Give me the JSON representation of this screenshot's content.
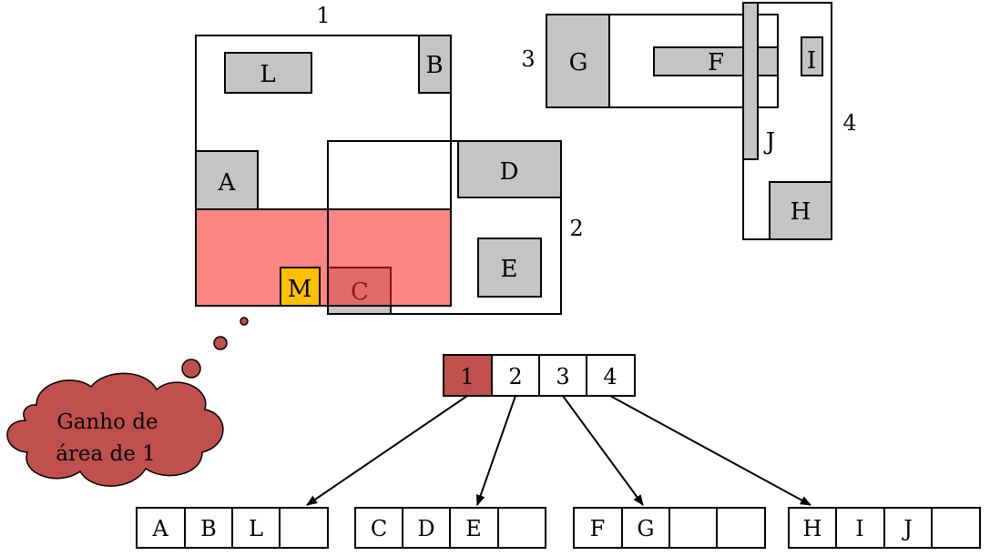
{
  "colors": {
    "entry_fill": "#c4c4c4",
    "highlight_fill": "#ff8080",
    "new_entry_fill": "#ffc000",
    "selected_node_fill": "#c0504d",
    "cloud_fill": "#c0504d"
  },
  "regions": {
    "r1": "1",
    "r2": "2",
    "r3": "3",
    "r4": "4"
  },
  "entries": {
    "L": "L",
    "B": "B",
    "A": "A",
    "D": "D",
    "E": "E",
    "C": "C",
    "M": "M",
    "G": "G",
    "F": "F",
    "I": "I",
    "J": "J",
    "H": "H"
  },
  "root_node": [
    "1",
    "2",
    "3",
    "4"
  ],
  "leaf_nodes": [
    [
      "A",
      "B",
      "L",
      ""
    ],
    [
      "C",
      "D",
      "E",
      ""
    ],
    [
      "F",
      "G",
      "",
      ""
    ],
    [
      "H",
      "I",
      "J",
      ""
    ]
  ],
  "thought_bubble": {
    "line1": "Ganho de",
    "line2": "área de 1"
  }
}
